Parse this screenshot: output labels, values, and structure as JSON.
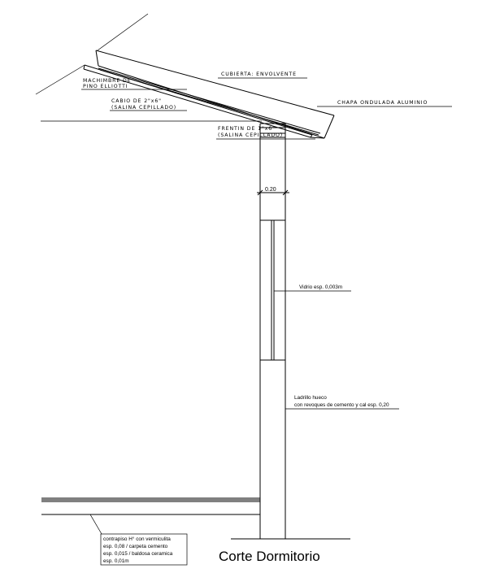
{
  "title": "Corte Dormitorio",
  "labels": {
    "cubierta": "CUBIERTA: ENVOLVENTE",
    "machimbre_1": "MACHIMBRE DE",
    "machimbre_2": "PINO ELLIOTTI",
    "cabio_1": "CABIO DE 2\"x6\"",
    "cabio_2": "(SALINA CEPILLADO)",
    "chapa": "CHAPA ONDULADA ALUMINIO",
    "frentin_1": "FRENTIN DE 1\"x6\"",
    "frentin_2": "(SALINA CEPILLADO)",
    "vidrio": "Vidrio esp. 0,003m",
    "ladrillo_1": "Ladrillo hueco",
    "ladrillo_2": "con revoques de cemento y cal esp. 0,20",
    "dimension": "0.20"
  },
  "notes": [
    "contrapiso H° con vermiculita",
    "esp. 0,08 / carpeta cemento",
    "esp. 0,015 / baldosa ceramica",
    "esp. 0,01m"
  ]
}
